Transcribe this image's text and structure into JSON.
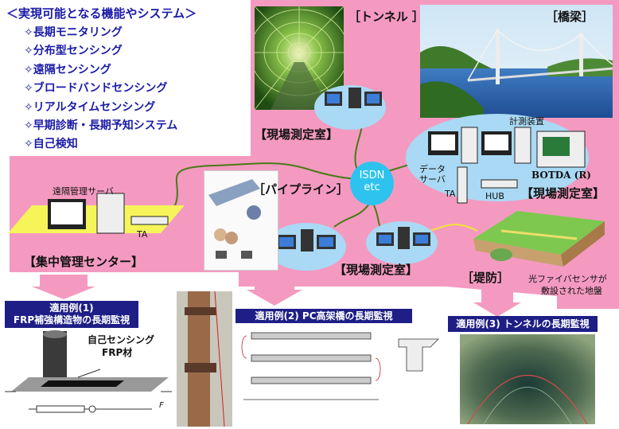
{
  "features": {
    "title": "＜実現可能となる機能やシステム＞",
    "items": [
      "✧長期モニタリング",
      "✧分布型センシング",
      "✧遠隔センシング",
      "✧ブロードバンドセンシング",
      "✧リアルタイムセンシング",
      "✧早期診断・長期予知システム",
      "✧自己検知"
    ]
  },
  "sites": {
    "tunnel": "［トンネル ］",
    "bridge": "［橋梁］",
    "pipeline": "［パイプライン］",
    "levee": "［堤防］"
  },
  "rooms": {
    "field_room": "【現場測定室】",
    "central": "【集中管理センター】"
  },
  "network": {
    "isdn_line1": "ISDN",
    "isdn_line2": "etc"
  },
  "equipment": {
    "remote_server": "遠隔管理サーバ",
    "ta": "TA",
    "measuring_device": "計測装置",
    "data_line1": "データ",
    "data_line2": "サーバ",
    "hub": "HUB",
    "botda": "BOTDA (R)"
  },
  "fiber_note": {
    "line1": "光ファイバセンサが",
    "line2": "敷設された地盤"
  },
  "examples": {
    "ex1_line1": "適用例(1)",
    "ex1_line2": "FRP補強構造物の長期監視",
    "ex1_sensor_line1": "自己センシング",
    "ex1_sensor_line2": "FRP材",
    "ex1_force": "F",
    "ex2": "適用例(2)  PC高架橋の長期監視",
    "ex3": "適用例(3) トンネルの長期監視"
  },
  "colors": {
    "pink": "#f49ac0",
    "navy": "#1e1e86",
    "ellipse": "#a9d9f4",
    "yellow": "#f5f55a",
    "feature_text": "#1a1aa8",
    "fiber_line": "#4a7a18"
  }
}
